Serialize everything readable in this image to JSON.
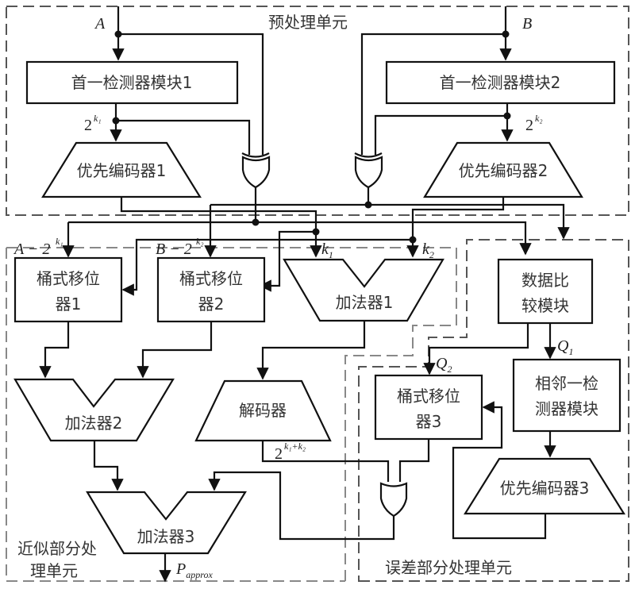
{
  "regions": {
    "preprocess": "预处理单元",
    "approx": [
      "近似部分处",
      "理单元"
    ],
    "error": "误差部分处理单元"
  },
  "inputs": {
    "a": "A",
    "b": "B"
  },
  "blocks": {
    "first_detector_1": "首一检测器模块1",
    "first_detector_2": "首一检测器模块2",
    "priority_encoder_1": "优先编码器1",
    "priority_encoder_2": "优先编码器2",
    "barrel_shifter_1": [
      "桶式移位",
      "器1"
    ],
    "barrel_shifter_2": [
      "桶式移位",
      "器2"
    ],
    "adder_1": "加法器1",
    "data_compare": [
      "数据比",
      "较模块"
    ],
    "adder_2": "加法器2",
    "decoder": "解码器",
    "barrel_shifter_3": [
      "桶式移位",
      "器3"
    ],
    "adjacent_detector": [
      "相邻一检",
      "测器模块"
    ],
    "priority_encoder_3": "优先编码器3",
    "adder_3": "加法器3"
  },
  "signals": {
    "two": "2",
    "k1": "k",
    "k1_sub": "1",
    "k2": "k",
    "k2_sub": "2",
    "a_minus": "A − 2",
    "b_minus": "B − 2",
    "sup_k1": "k₁",
    "sup_k2": "k₂",
    "sup_k1k2": "k₁+k₂",
    "q1": "Q",
    "q1_sub": "1",
    "q2": "Q",
    "q2_sub": "2",
    "p": "P",
    "p_sub": "approx"
  }
}
